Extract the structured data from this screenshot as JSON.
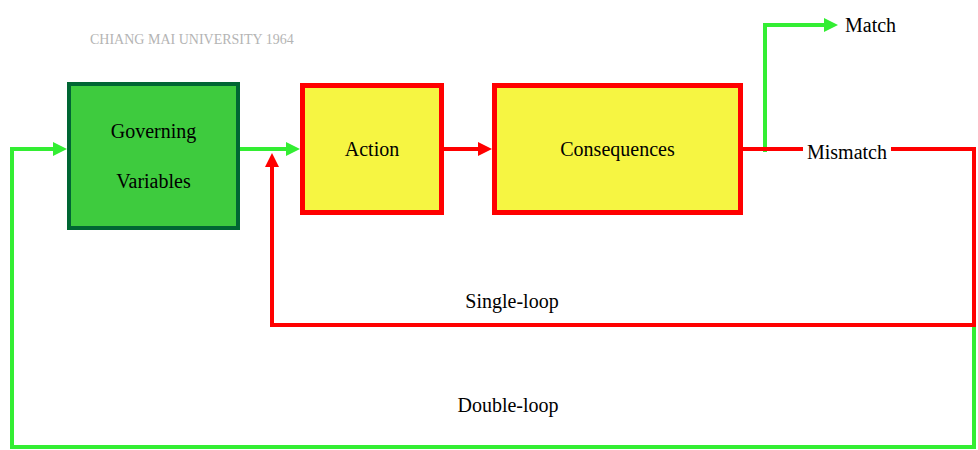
{
  "diagram": {
    "nodes": [
      {
        "text": [
          "Governing Variables"
        ]
      },
      {
        "text": [
          "Action"
        ]
      },
      {
        "text": [
          "Consequences"
        ]
      }
    ],
    "edges": [
      {
        "from": 0,
        "to": 1,
        "arrow": "to"
      },
      {
        "from": 1,
        "to": 2,
        "arrow": "to"
      },
      {
        "from": 2,
        "to": 1,
        "label": "Single-loop",
        "arrow": "to"
      },
      {
        "from": 2,
        "to": 0,
        "label": "Double-loop",
        "arrow": "to"
      }
    ],
    "labels": [
      "Match",
      "Mismatch",
      "CHIANG MAI UNIVERSITY 1964"
    ]
  }
}
